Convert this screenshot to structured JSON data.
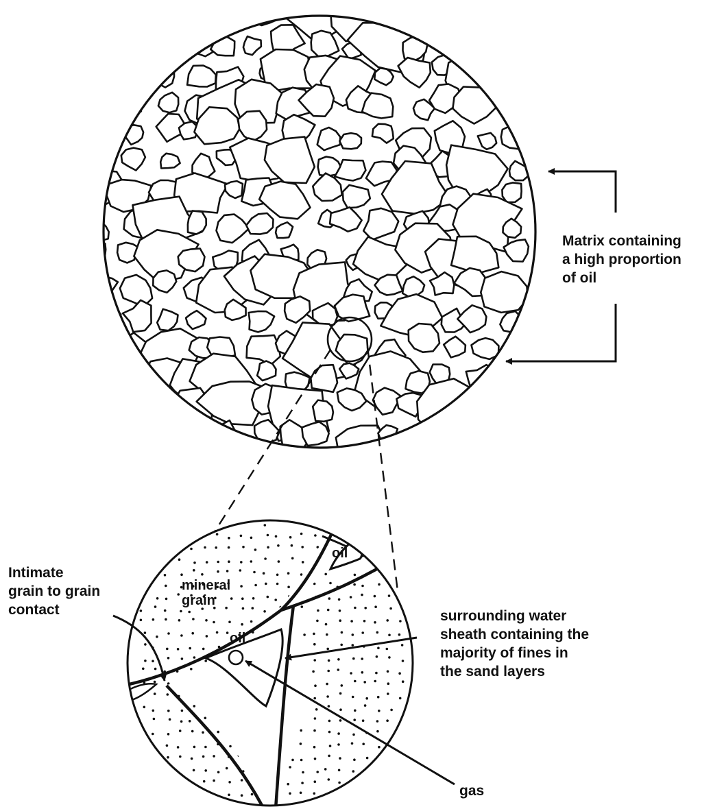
{
  "labels": {
    "matrix_line1": "Matrix containing",
    "matrix_line2": "a high proportion",
    "matrix_line3": "of oil",
    "contact_line1": "Intimate",
    "contact_line2": "grain to grain",
    "contact_line3": "contact",
    "water_line1": "surrounding water",
    "water_line2": "sheath containing the",
    "water_line3": "majority of fines in",
    "water_line4": "the sand layers",
    "mineral_line1": "mineral",
    "mineral_line2": "grain",
    "oil_small": "oil",
    "oil_large": "oil",
    "gas": "gas"
  },
  "colors": {
    "ink": "#111111",
    "paper": "#ffffff"
  }
}
